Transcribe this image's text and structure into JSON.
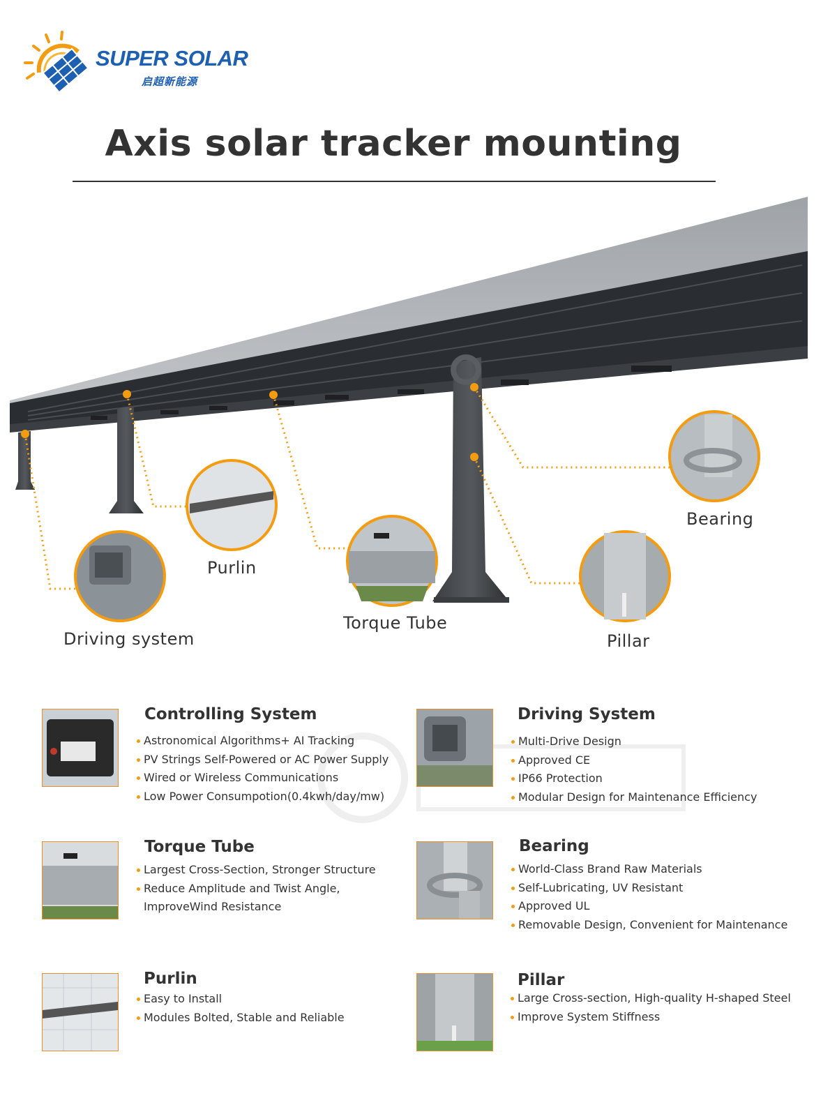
{
  "brand": {
    "name": "SUPER SOLAR",
    "name_cn": "启超新能源",
    "colors": {
      "brand_blue": "#1d5fb0",
      "sun_orange": "#f39c12",
      "accent": "#e7902b"
    }
  },
  "title": "Axis solar tracker mounting",
  "callouts": [
    {
      "label": "Driving system"
    },
    {
      "label": "Purlin"
    },
    {
      "label": "Torque Tube"
    },
    {
      "label": "Bearing"
    },
    {
      "label": "Pillar"
    }
  ],
  "features": [
    {
      "title": "Controlling System",
      "image": "controller-box-photo",
      "bullets": [
        "Astronomical Algorithms+ AI Tracking",
        "PV Strings Self-Powered or AC Power Supply",
        "Wired or Wireless Communications",
        "Low Power Consumpotion(0.4kwh/day/mw)"
      ]
    },
    {
      "title": "Driving System",
      "image": "slewing-drive-photo",
      "bullets": [
        "Multi-Drive Design",
        "Approved CE",
        "IP66 Protection",
        "Modular Design for Maintenance Efficiency"
      ]
    },
    {
      "title": "Torque Tube",
      "image": "torque-tube-photo",
      "bullets": [
        "Largest Cross-Section, Stronger Structure",
        "Reduce Amplitude and Twist Angle,"
      ],
      "continuation": "ImproveWind Resistance"
    },
    {
      "title": "Bearing",
      "image": "bearing-photo",
      "bullets": [
        "World-Class Brand Raw Materials",
        "Self-Lubricating, UV Resistant",
        "Approved UL",
        "Removable Design, Convenient for Maintenance"
      ]
    },
    {
      "title": "Purlin",
      "image": "purlin-photo",
      "bullets": [
        "Easy to Install",
        "Modules Bolted, Stable and Reliable"
      ]
    },
    {
      "title": "Pillar",
      "image": "pillar-photo",
      "bullets": [
        "Large Cross-section, High-quality H-shaped Steel",
        "Improve System Stiffness"
      ]
    }
  ]
}
